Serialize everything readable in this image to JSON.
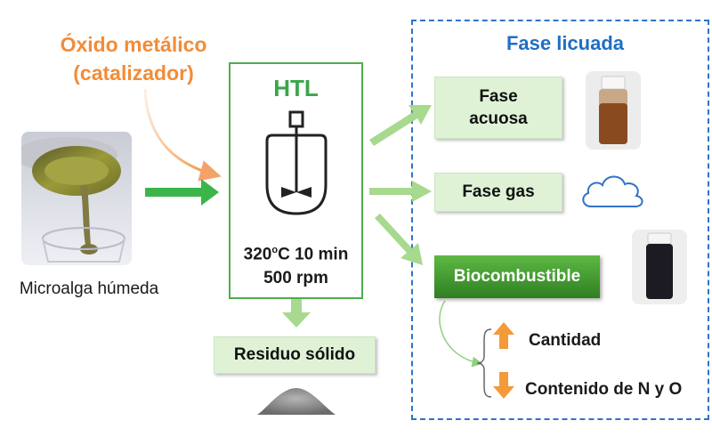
{
  "catalyst": {
    "line1": "Óxido metálico",
    "line2": "(catalizador)"
  },
  "microalga": {
    "label": "Microalga húmeda"
  },
  "htl": {
    "title": "HTL",
    "temperature_prefix": "320",
    "degree": "o",
    "temperature_rest": "C 10 min",
    "speed": "500 rpm"
  },
  "residuo": {
    "label": "Residuo sólido"
  },
  "fase_licuada": {
    "title": "Fase licuada",
    "acuosa_line1": "Fase",
    "acuosa_line2": "acuosa",
    "gas": "Fase gas",
    "biocombustible": "Biocombustible",
    "cantidad": "Cantidad",
    "contenido": "Contenido de N y O"
  },
  "colors": {
    "catalyst_orange": "#f28c38",
    "htl_green": "#3aa64a",
    "box_green_fill": "#dff2d6",
    "frame_blue": "#2f73c8",
    "arrow_green": "#3bb54a",
    "up_arrow": "#f39a3a",
    "down_arrow": "#f39a3a"
  },
  "icons": [
    "cloud-icon",
    "stirred-reactor-icon",
    "arrow-up-icon",
    "arrow-down-icon"
  ]
}
